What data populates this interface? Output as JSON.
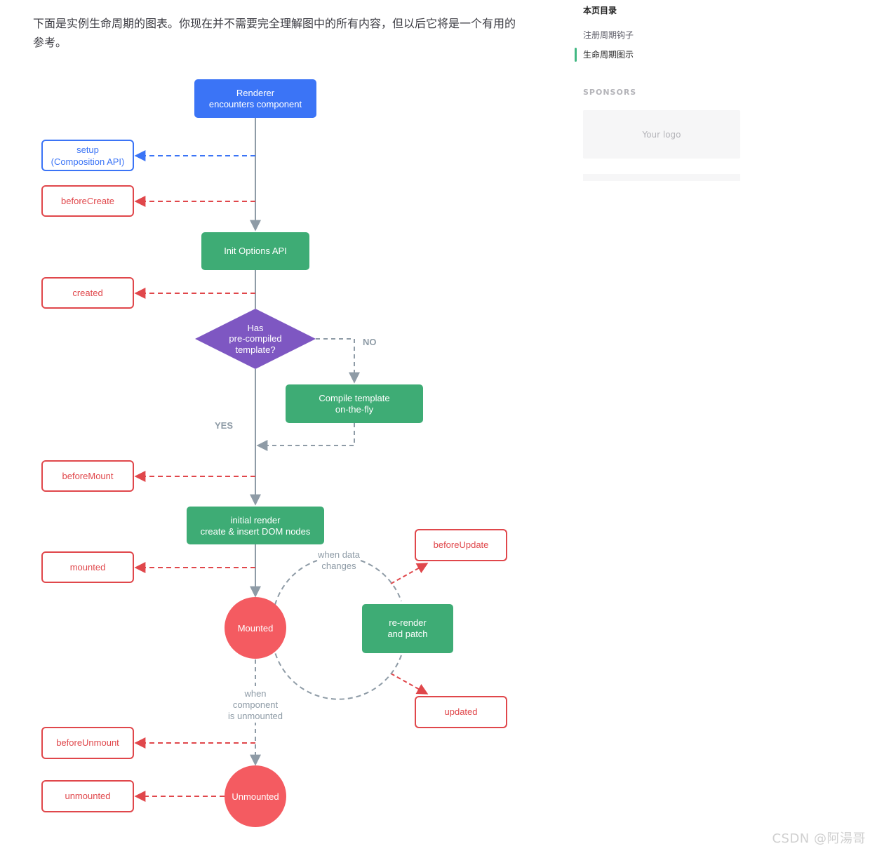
{
  "intro_text": "下面是实例生命周期的图表。你现在并不需要完全理解图中的所有内容，但以后它将是一个有用的参考。",
  "toc": {
    "title": "本页目录",
    "items": [
      {
        "label": "注册周期钩子",
        "active": false
      },
      {
        "label": "生命周期图示",
        "active": true
      }
    ]
  },
  "sponsors": {
    "label": "SPONSORS",
    "logo_text": "Your logo"
  },
  "diagram": {
    "renderer": [
      "Renderer",
      "encounters component"
    ],
    "setup": [
      "setup",
      "(Composition API)"
    ],
    "before_create": "beforeCreate",
    "init_options": "Init Options API",
    "created": "created",
    "decision": [
      "Has",
      "pre-compiled",
      "template?"
    ],
    "no_label": "NO",
    "yes_label": "YES",
    "compile": [
      "Compile template",
      "on-the-fly"
    ],
    "before_mount": "beforeMount",
    "initial_render": [
      "initial render",
      "create & insert DOM nodes"
    ],
    "mounted_hook": "mounted",
    "mounted_state": "Mounted",
    "when_data_changes": [
      "when data",
      "changes"
    ],
    "before_update": "beforeUpdate",
    "rerender": [
      "re-render",
      "and patch"
    ],
    "updated": "updated",
    "when_unmounted": [
      "when",
      "component",
      "is unmounted"
    ],
    "before_unmount": "beforeUnmount",
    "unmounted_hook": "unmounted",
    "unmounted_state": "Unmounted"
  },
  "colors": {
    "blue": "#3b74f6",
    "green": "#3eac75",
    "purple": "#7e57c2",
    "red_hook": "#e0474b",
    "red_state": "#f45b61",
    "gray_line": "#8e9ba6"
  },
  "watermark": "CSDN @阿湯哥"
}
